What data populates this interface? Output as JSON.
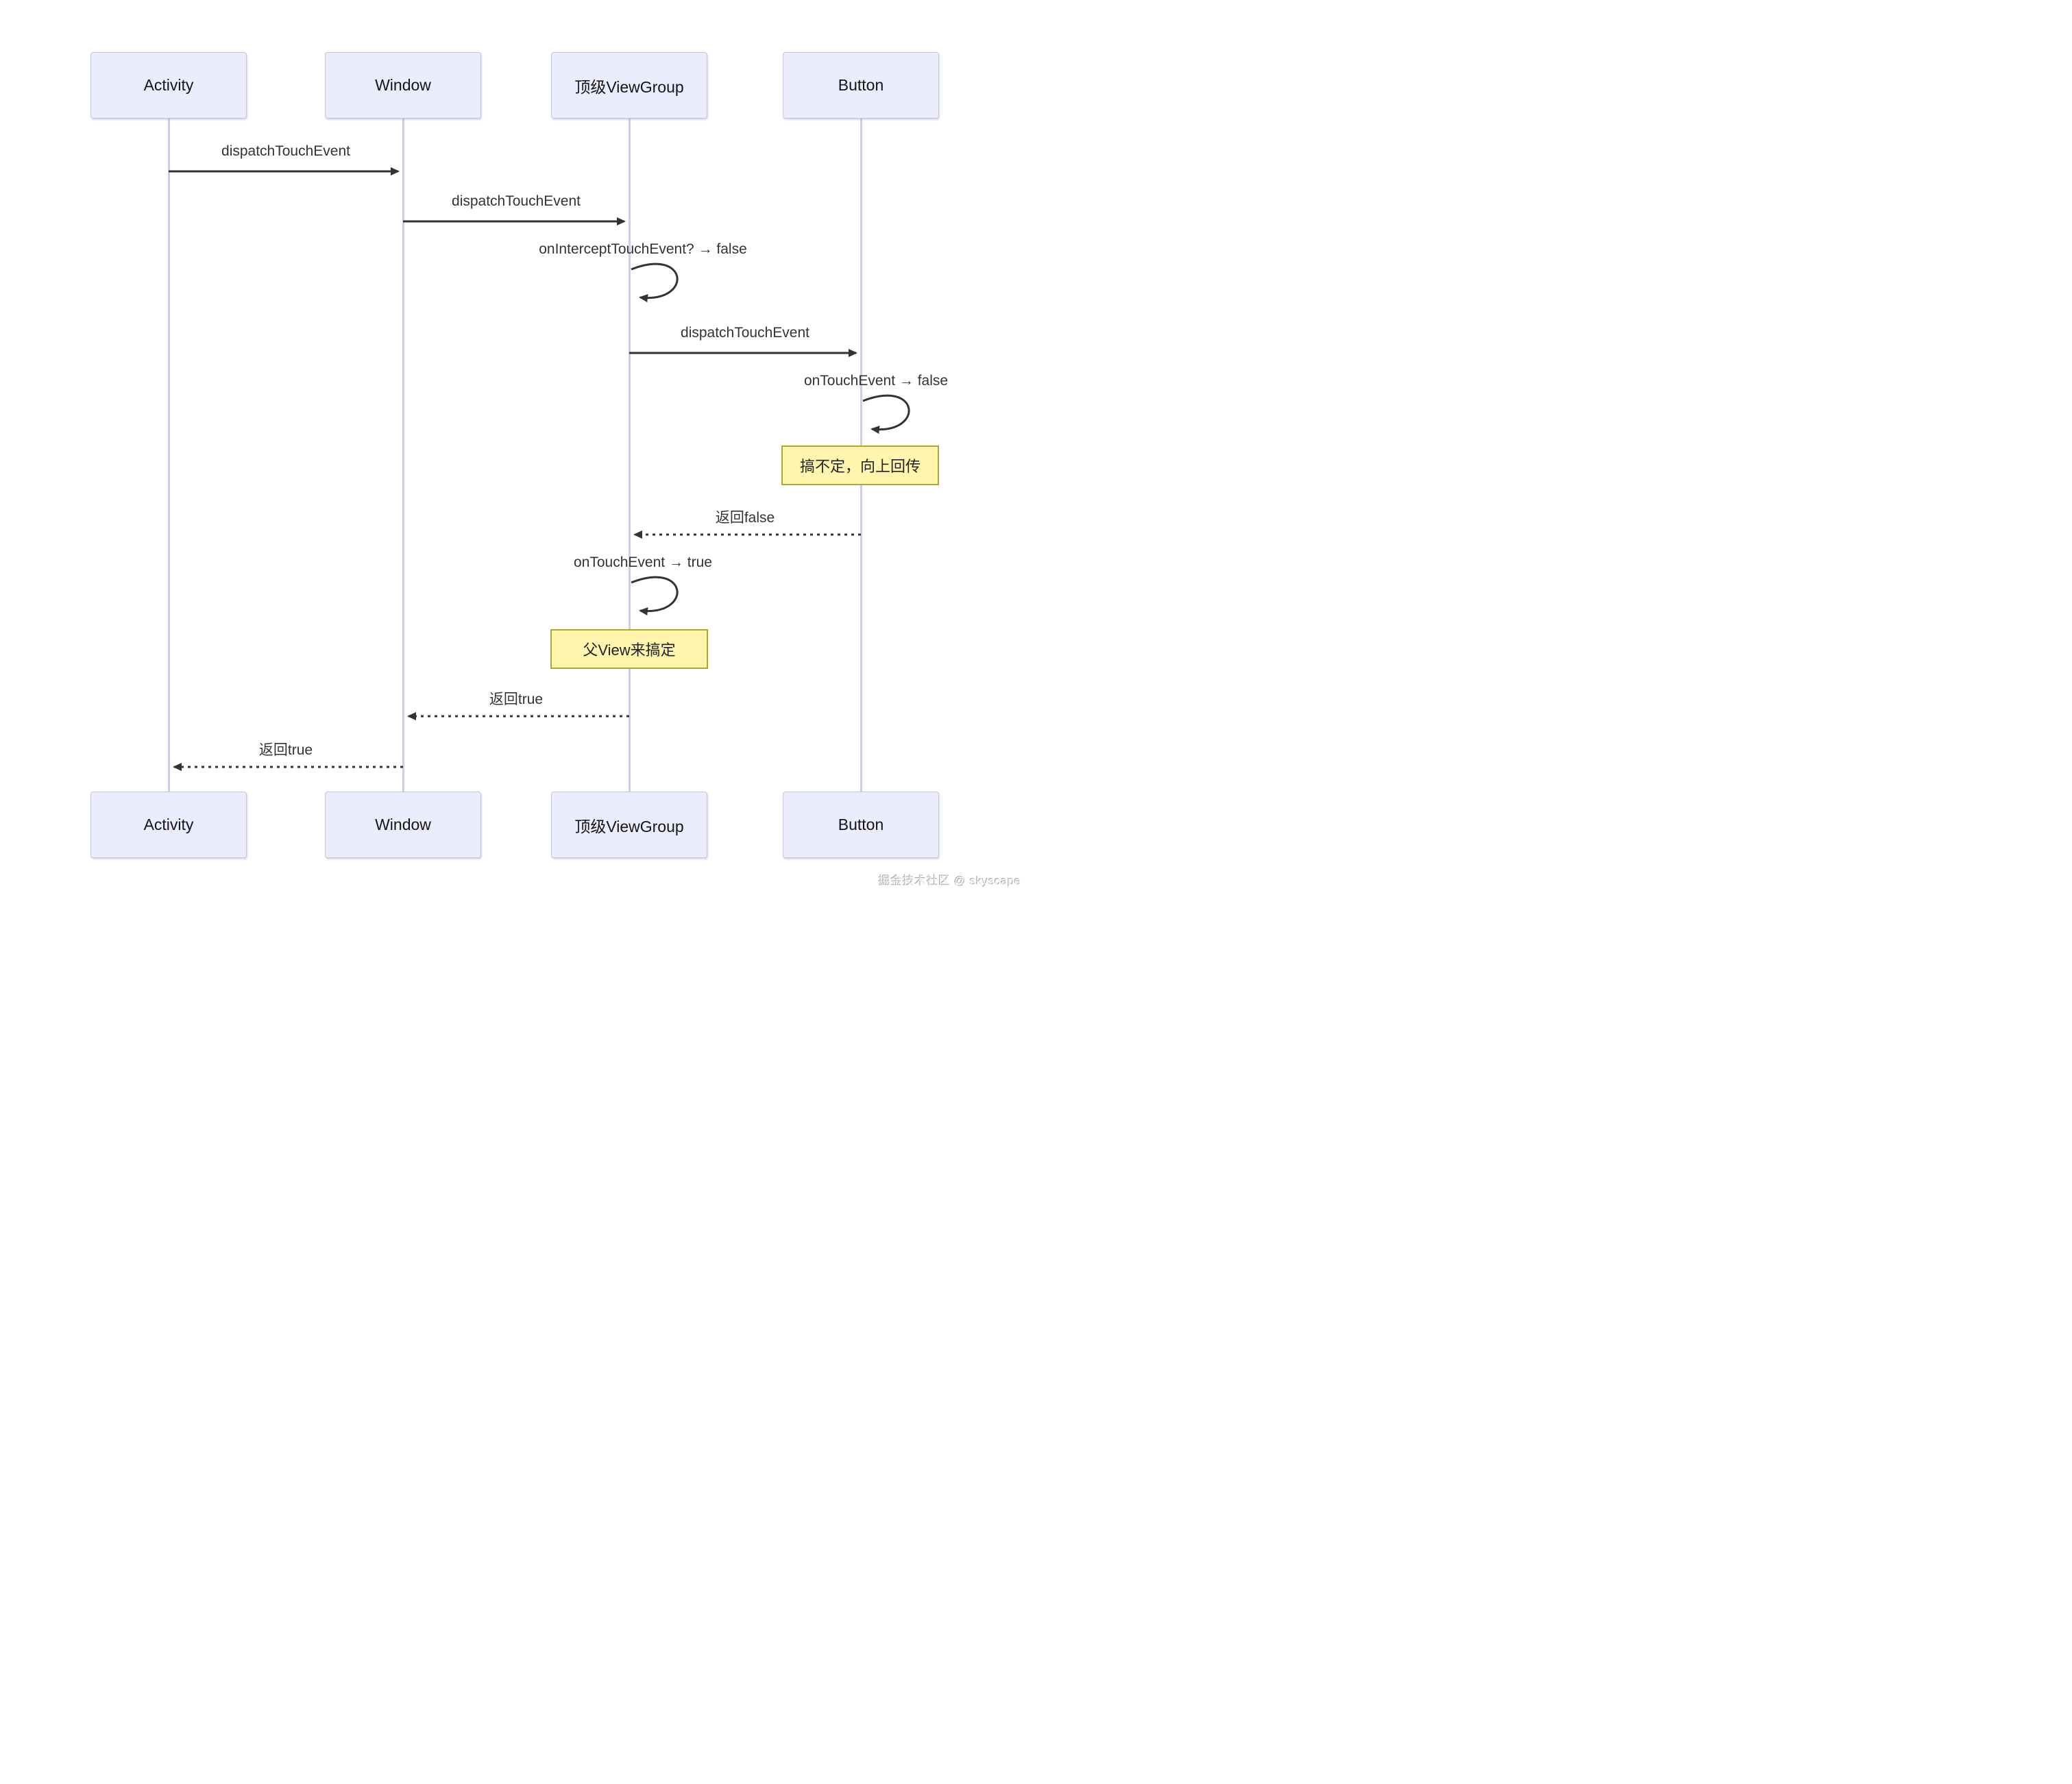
{
  "seq": {
    "actors": [
      "Activity",
      "Window",
      "顶级ViewGroup",
      "Button"
    ],
    "messages": [
      {
        "label": "dispatchTouchEvent",
        "from": "Activity",
        "to": "Window",
        "kind": "solid"
      },
      {
        "label": "dispatchTouchEvent",
        "from": "Window",
        "to": "顶级ViewGroup",
        "kind": "solid"
      },
      {
        "label": "onInterceptTouchEvent? → false",
        "from": "顶级ViewGroup",
        "to": "顶级ViewGroup",
        "kind": "self"
      },
      {
        "label": "dispatchTouchEvent",
        "from": "顶级ViewGroup",
        "to": "Button",
        "kind": "solid"
      },
      {
        "label": "onTouchEvent → false",
        "from": "Button",
        "to": "Button",
        "kind": "self"
      },
      {
        "label": "返回false",
        "from": "Button",
        "to": "顶级ViewGroup",
        "kind": "dashed"
      },
      {
        "label": "onTouchEvent → true",
        "from": "顶级ViewGroup",
        "to": "顶级ViewGroup",
        "kind": "self"
      },
      {
        "label": "返回true",
        "from": "顶级ViewGroup",
        "to": "Window",
        "kind": "dashed"
      },
      {
        "label": "返回true",
        "from": "Window",
        "to": "Activity",
        "kind": "dashed"
      }
    ],
    "notes": [
      {
        "text": "搞不定，向上回传",
        "over": "Button"
      },
      {
        "text": "父View来搞定",
        "over": "顶级ViewGroup"
      }
    ],
    "watermark": "掘金技术社区 @ skyscape",
    "colors": {
      "actor_fill": "#ECECFF",
      "actor_border": "#c4c4dd",
      "lifeline": "#d4cbec",
      "note_fill": "#fff5ad",
      "note_border": "#aaaa33",
      "arrow": "#333333",
      "text": "#333333"
    }
  }
}
